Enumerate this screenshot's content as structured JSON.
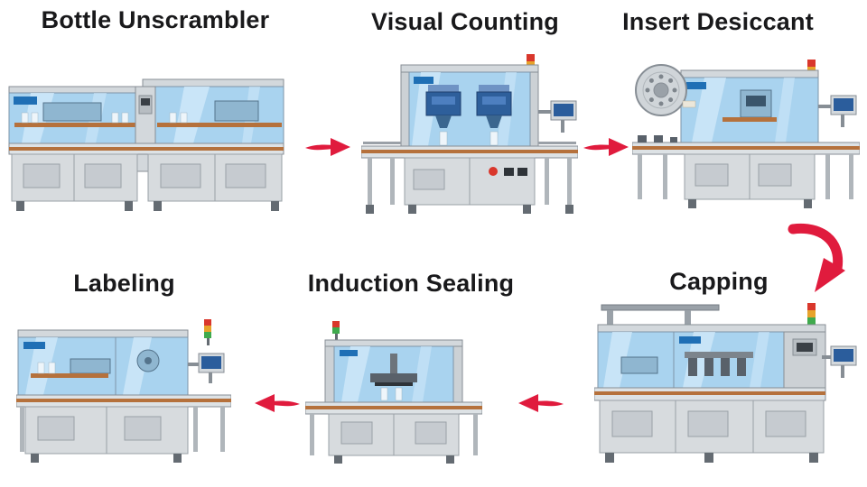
{
  "diagram": {
    "type": "process-flow",
    "stations": [
      {
        "id": "bottle-unscrambler",
        "label": "Bottle Unscrambler"
      },
      {
        "id": "visual-counting",
        "label": "Visual Counting"
      },
      {
        "id": "insert-desiccant",
        "label": "Insert Desiccant"
      },
      {
        "id": "capping",
        "label": "Capping"
      },
      {
        "id": "induction-sealing",
        "label": "Induction Sealing"
      },
      {
        "id": "labeling",
        "label": "Labeling"
      }
    ],
    "arrows": [
      {
        "from": "Bottle Unscrambler",
        "to": "Visual Counting",
        "direction": "right"
      },
      {
        "from": "Visual Counting",
        "to": "Insert Desiccant",
        "direction": "right"
      },
      {
        "from": "Insert Desiccant",
        "to": "Capping",
        "direction": "curve-down"
      },
      {
        "from": "Capping",
        "to": "Induction Sealing",
        "direction": "left"
      },
      {
        "from": "Induction Sealing",
        "to": "Labeling",
        "direction": "left"
      }
    ]
  },
  "colors": {
    "background": "#ffffff",
    "arrow": "#e01b3d",
    "title_text": "#19191b",
    "machine_window": "#a9d3ef",
    "machine_steel": "#d7dbde",
    "conveyor_accent": "#b5713c",
    "signal_red": "#d9372c",
    "signal_amber": "#e7a32b",
    "signal_green": "#3faa4d"
  }
}
